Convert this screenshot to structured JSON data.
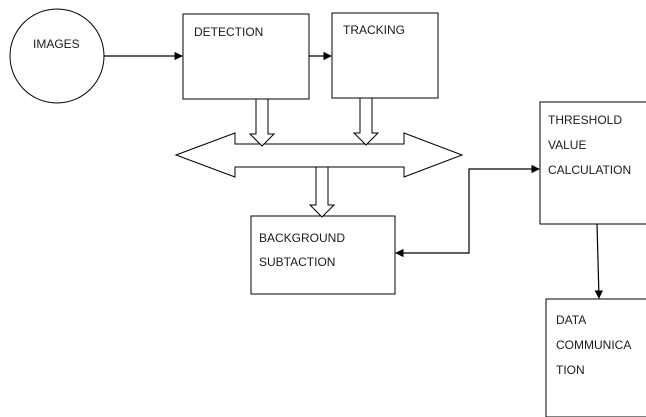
{
  "diagram": {
    "nodes": {
      "images": {
        "label": "IMAGES"
      },
      "detection": {
        "label": "DETECTION"
      },
      "tracking": {
        "label": "TRACKING"
      },
      "threshold": {
        "lines": [
          "THRESHOLD",
          "VALUE",
          "CALCULATION"
        ]
      },
      "background": {
        "lines": [
          "BACKGROUND",
          "SUBTACTION"
        ]
      },
      "data": {
        "lines": [
          "DATA",
          "COMMUNICA",
          "TION"
        ]
      }
    },
    "edges": [
      {
        "from": "images",
        "to": "detection"
      },
      {
        "from": "detection",
        "to": "tracking"
      },
      {
        "from": "detection",
        "to": "bus"
      },
      {
        "from": "tracking",
        "to": "bus"
      },
      {
        "from": "bus",
        "to": "background"
      },
      {
        "from": "threshold",
        "to": "background"
      },
      {
        "from": "background",
        "to": "threshold"
      },
      {
        "from": "threshold",
        "to": "data"
      }
    ]
  }
}
